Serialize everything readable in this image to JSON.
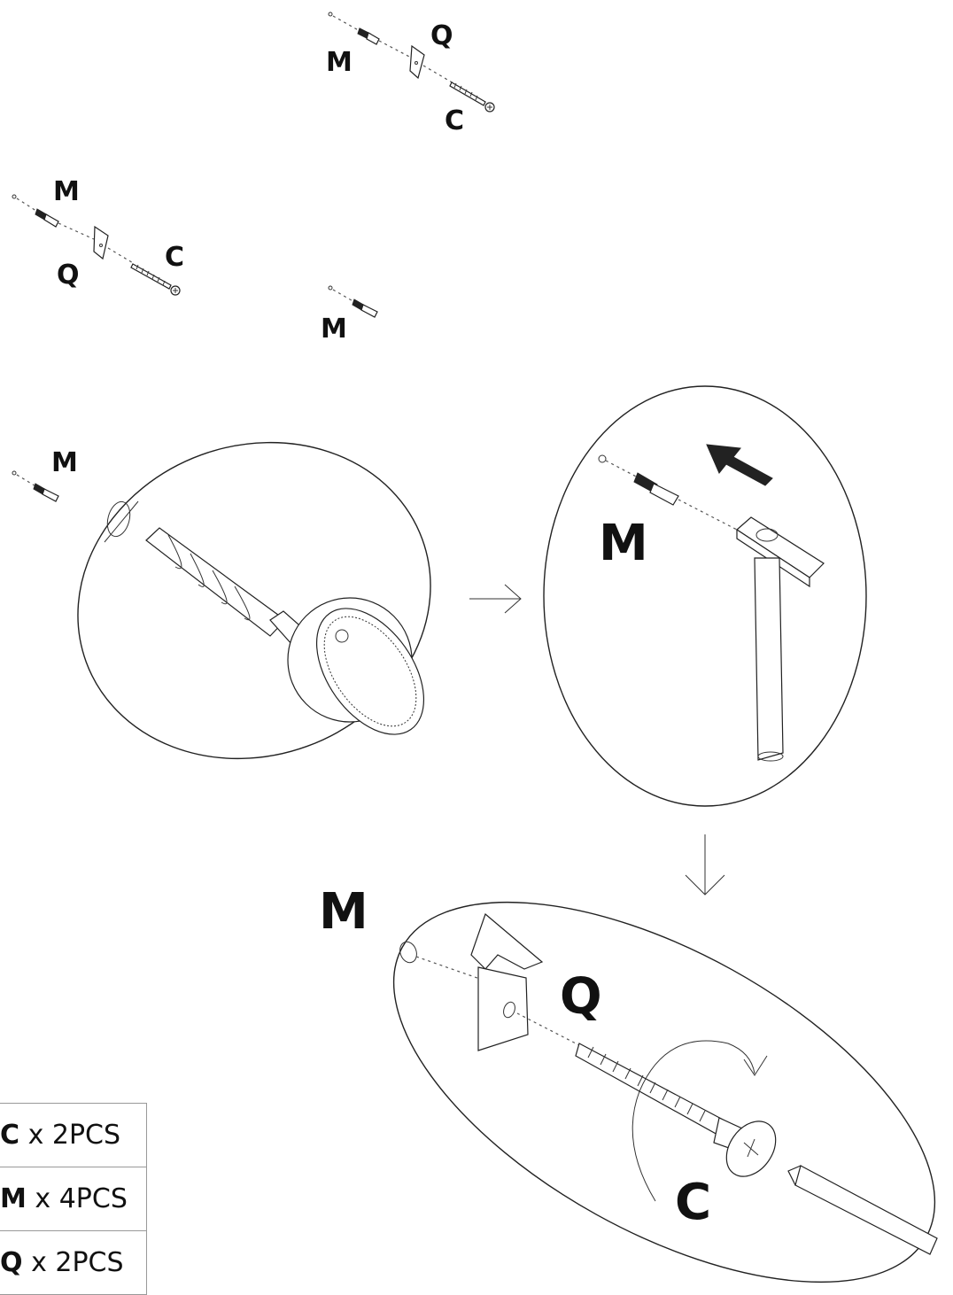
{
  "labels": {
    "top_m": "M",
    "top_q": "Q",
    "top_c": "C",
    "left_m": "M",
    "left_q": "Q",
    "left_c": "C",
    "mid_m": "M",
    "side_m": "M",
    "hammer_m": "M",
    "bottom_m": "M",
    "bottom_q": "Q",
    "bottom_c": "C"
  },
  "parts": [
    {
      "code": "C",
      "qty": "x 2PCS"
    },
    {
      "code": "M",
      "qty": "x 4PCS"
    },
    {
      "code": "Q",
      "qty": "x 2PCS"
    }
  ]
}
